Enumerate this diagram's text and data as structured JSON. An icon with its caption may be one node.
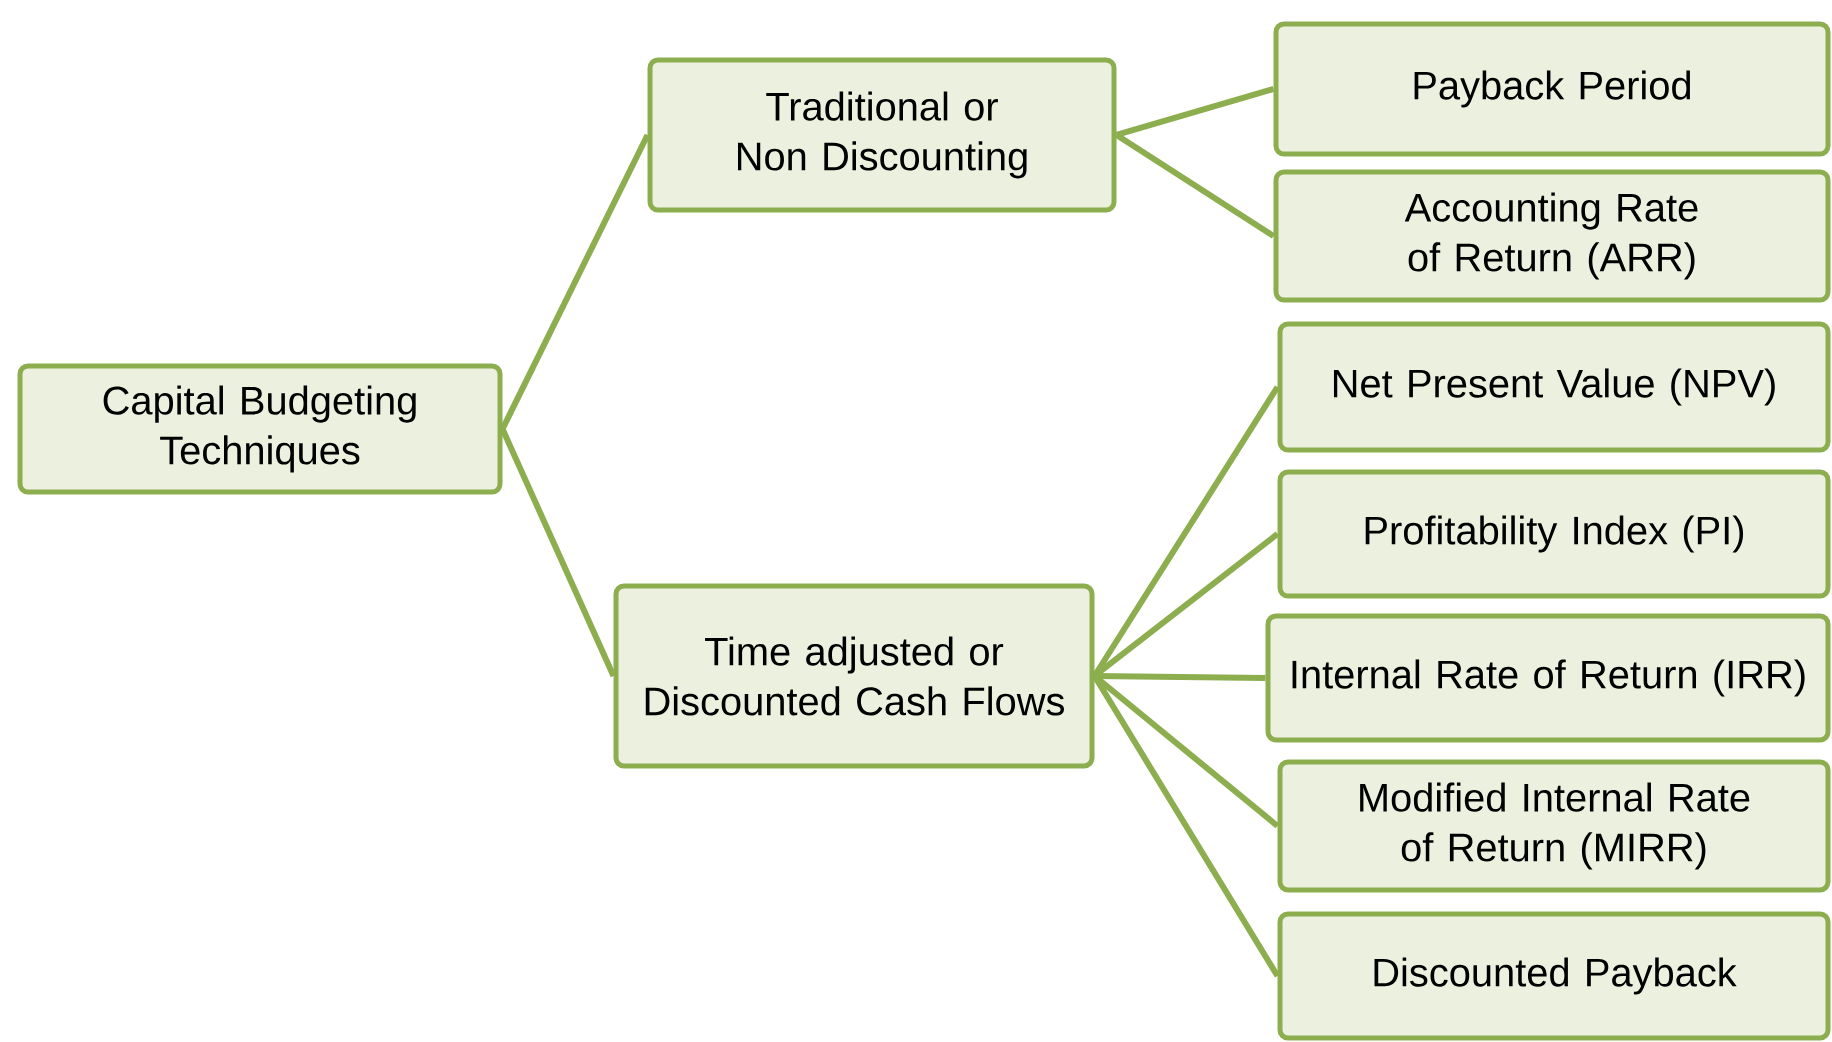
{
  "diagram": {
    "nodes": [
      {
        "text": [
          "Capital Budgeting Techniques"
        ]
      },
      {
        "text": [
          "Traditional or Non Discounting"
        ]
      },
      {
        "text": [
          "Time adjusted or Discounted Cash Flows"
        ]
      },
      {
        "text": [
          "Payback Period"
        ]
      },
      {
        "text": [
          "Accounting Rate of Return (ARR)"
        ]
      },
      {
        "text": [
          "Net Present Value (NPV)"
        ]
      },
      {
        "text": [
          "Profitability Index (PI)"
        ]
      },
      {
        "text": [
          "Internal Rate of Return (IRR)"
        ]
      },
      {
        "text": [
          "Modified Internal Rate of Return (MIRR)"
        ]
      },
      {
        "text": [
          "Discounted Payback"
        ]
      }
    ],
    "edges": [
      {
        "from": 0,
        "to": 1,
        "arrow": "none"
      },
      {
        "from": 0,
        "to": 2,
        "arrow": "none"
      },
      {
        "from": 1,
        "to": 3,
        "arrow": "none"
      },
      {
        "from": 1,
        "to": 4,
        "arrow": "none"
      },
      {
        "from": 2,
        "to": 5,
        "arrow": "none"
      },
      {
        "from": 2,
        "to": 6,
        "arrow": "none"
      },
      {
        "from": 2,
        "to": 7,
        "arrow": "none"
      },
      {
        "from": 2,
        "to": 8,
        "arrow": "none"
      },
      {
        "from": 2,
        "to": 9,
        "arrow": "none"
      }
    ]
  }
}
